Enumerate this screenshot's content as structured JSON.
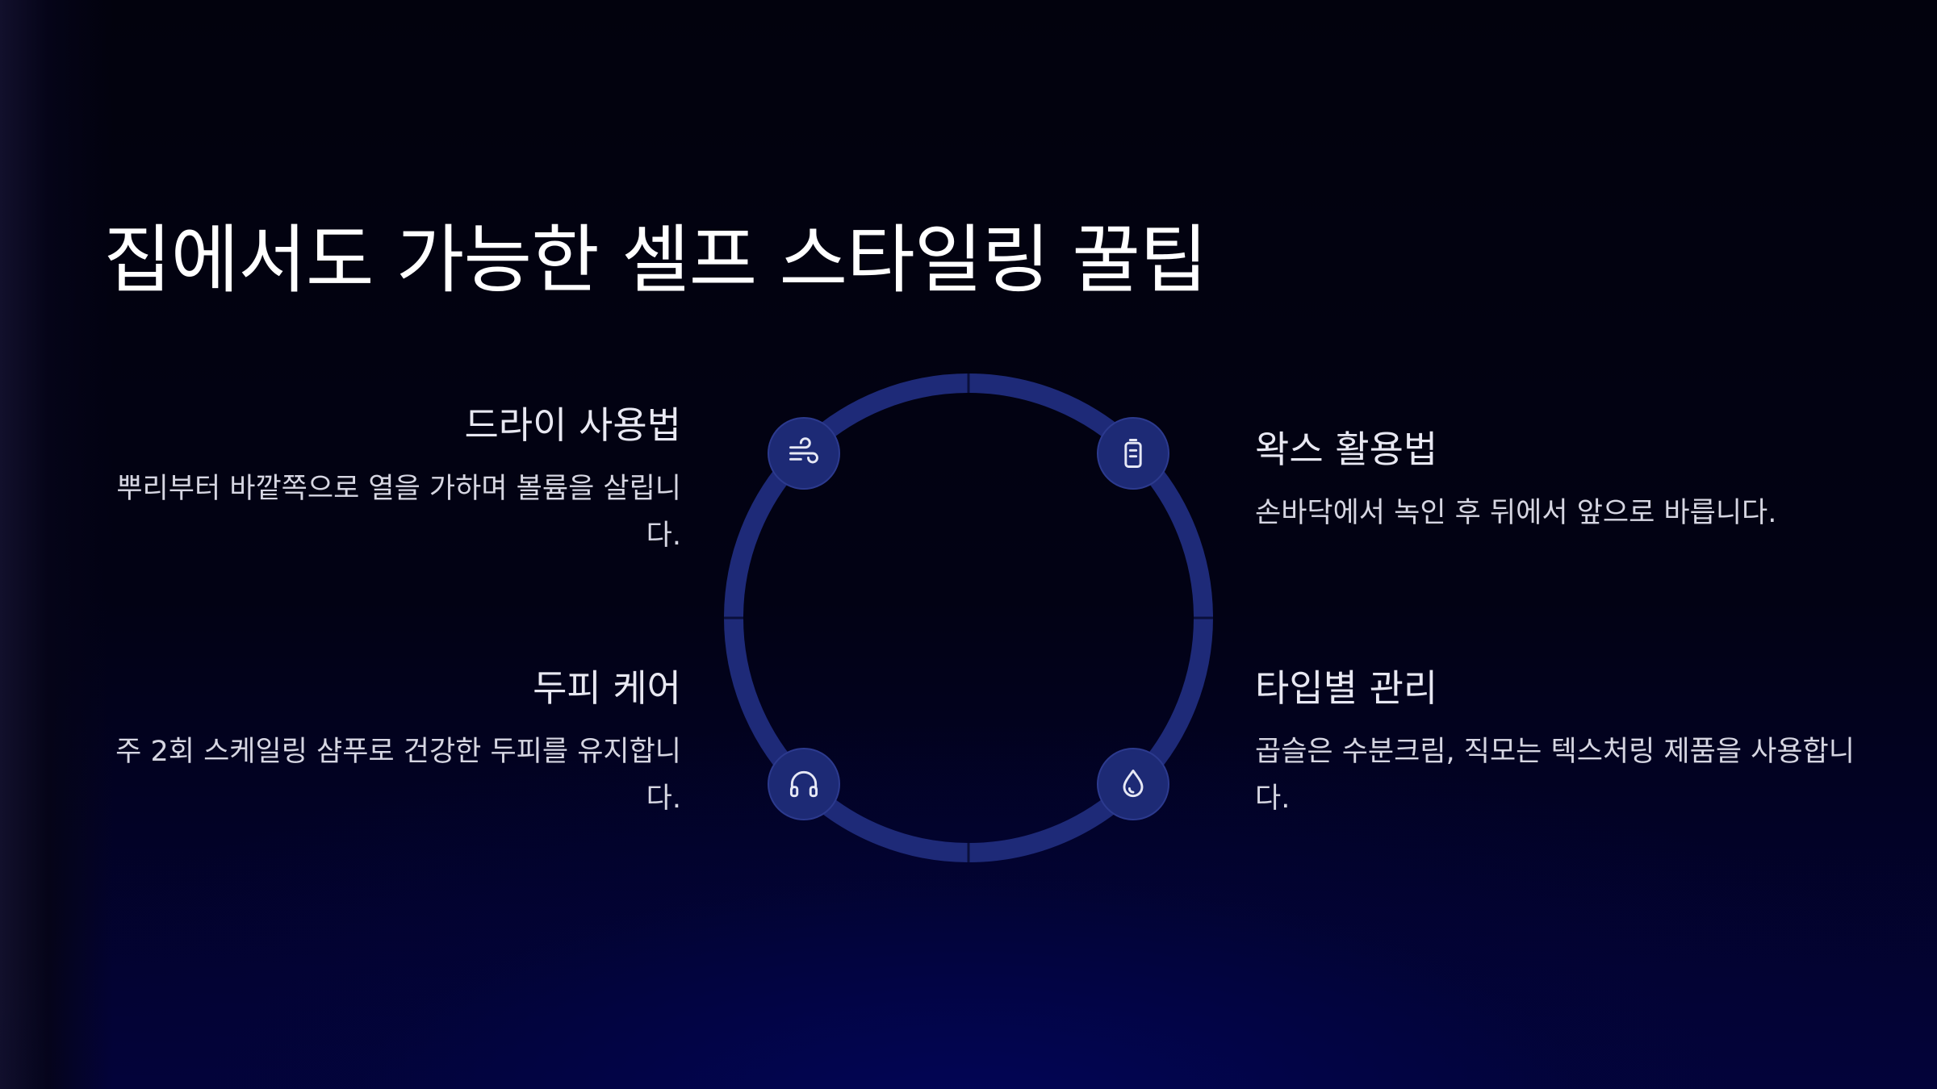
{
  "slide": {
    "title": "집에서도 가능한 셀프 스타일링 꿀팁",
    "accent_color": "#1e2a78",
    "items": [
      {
        "title": "드라이 사용법",
        "description": "뿌리부터 바깥쪽으로 열을 가하며 볼륨을 살립니다.",
        "icon": "wind-icon"
      },
      {
        "title": "왁스 활용법",
        "description": "손바닥에서 녹인 후 뒤에서 앞으로 바릅니다.",
        "icon": "battery-icon"
      },
      {
        "title": "두피 케어",
        "description": "주 2회 스케일링 샴푸로 건강한 두피를 유지합니다.",
        "icon": "headphones-icon"
      },
      {
        "title": "타입별 관리",
        "description": "곱슬은 수분크림, 직모는 텍스처링 제품을 사용합니다.",
        "icon": "droplet-icon"
      }
    ]
  }
}
